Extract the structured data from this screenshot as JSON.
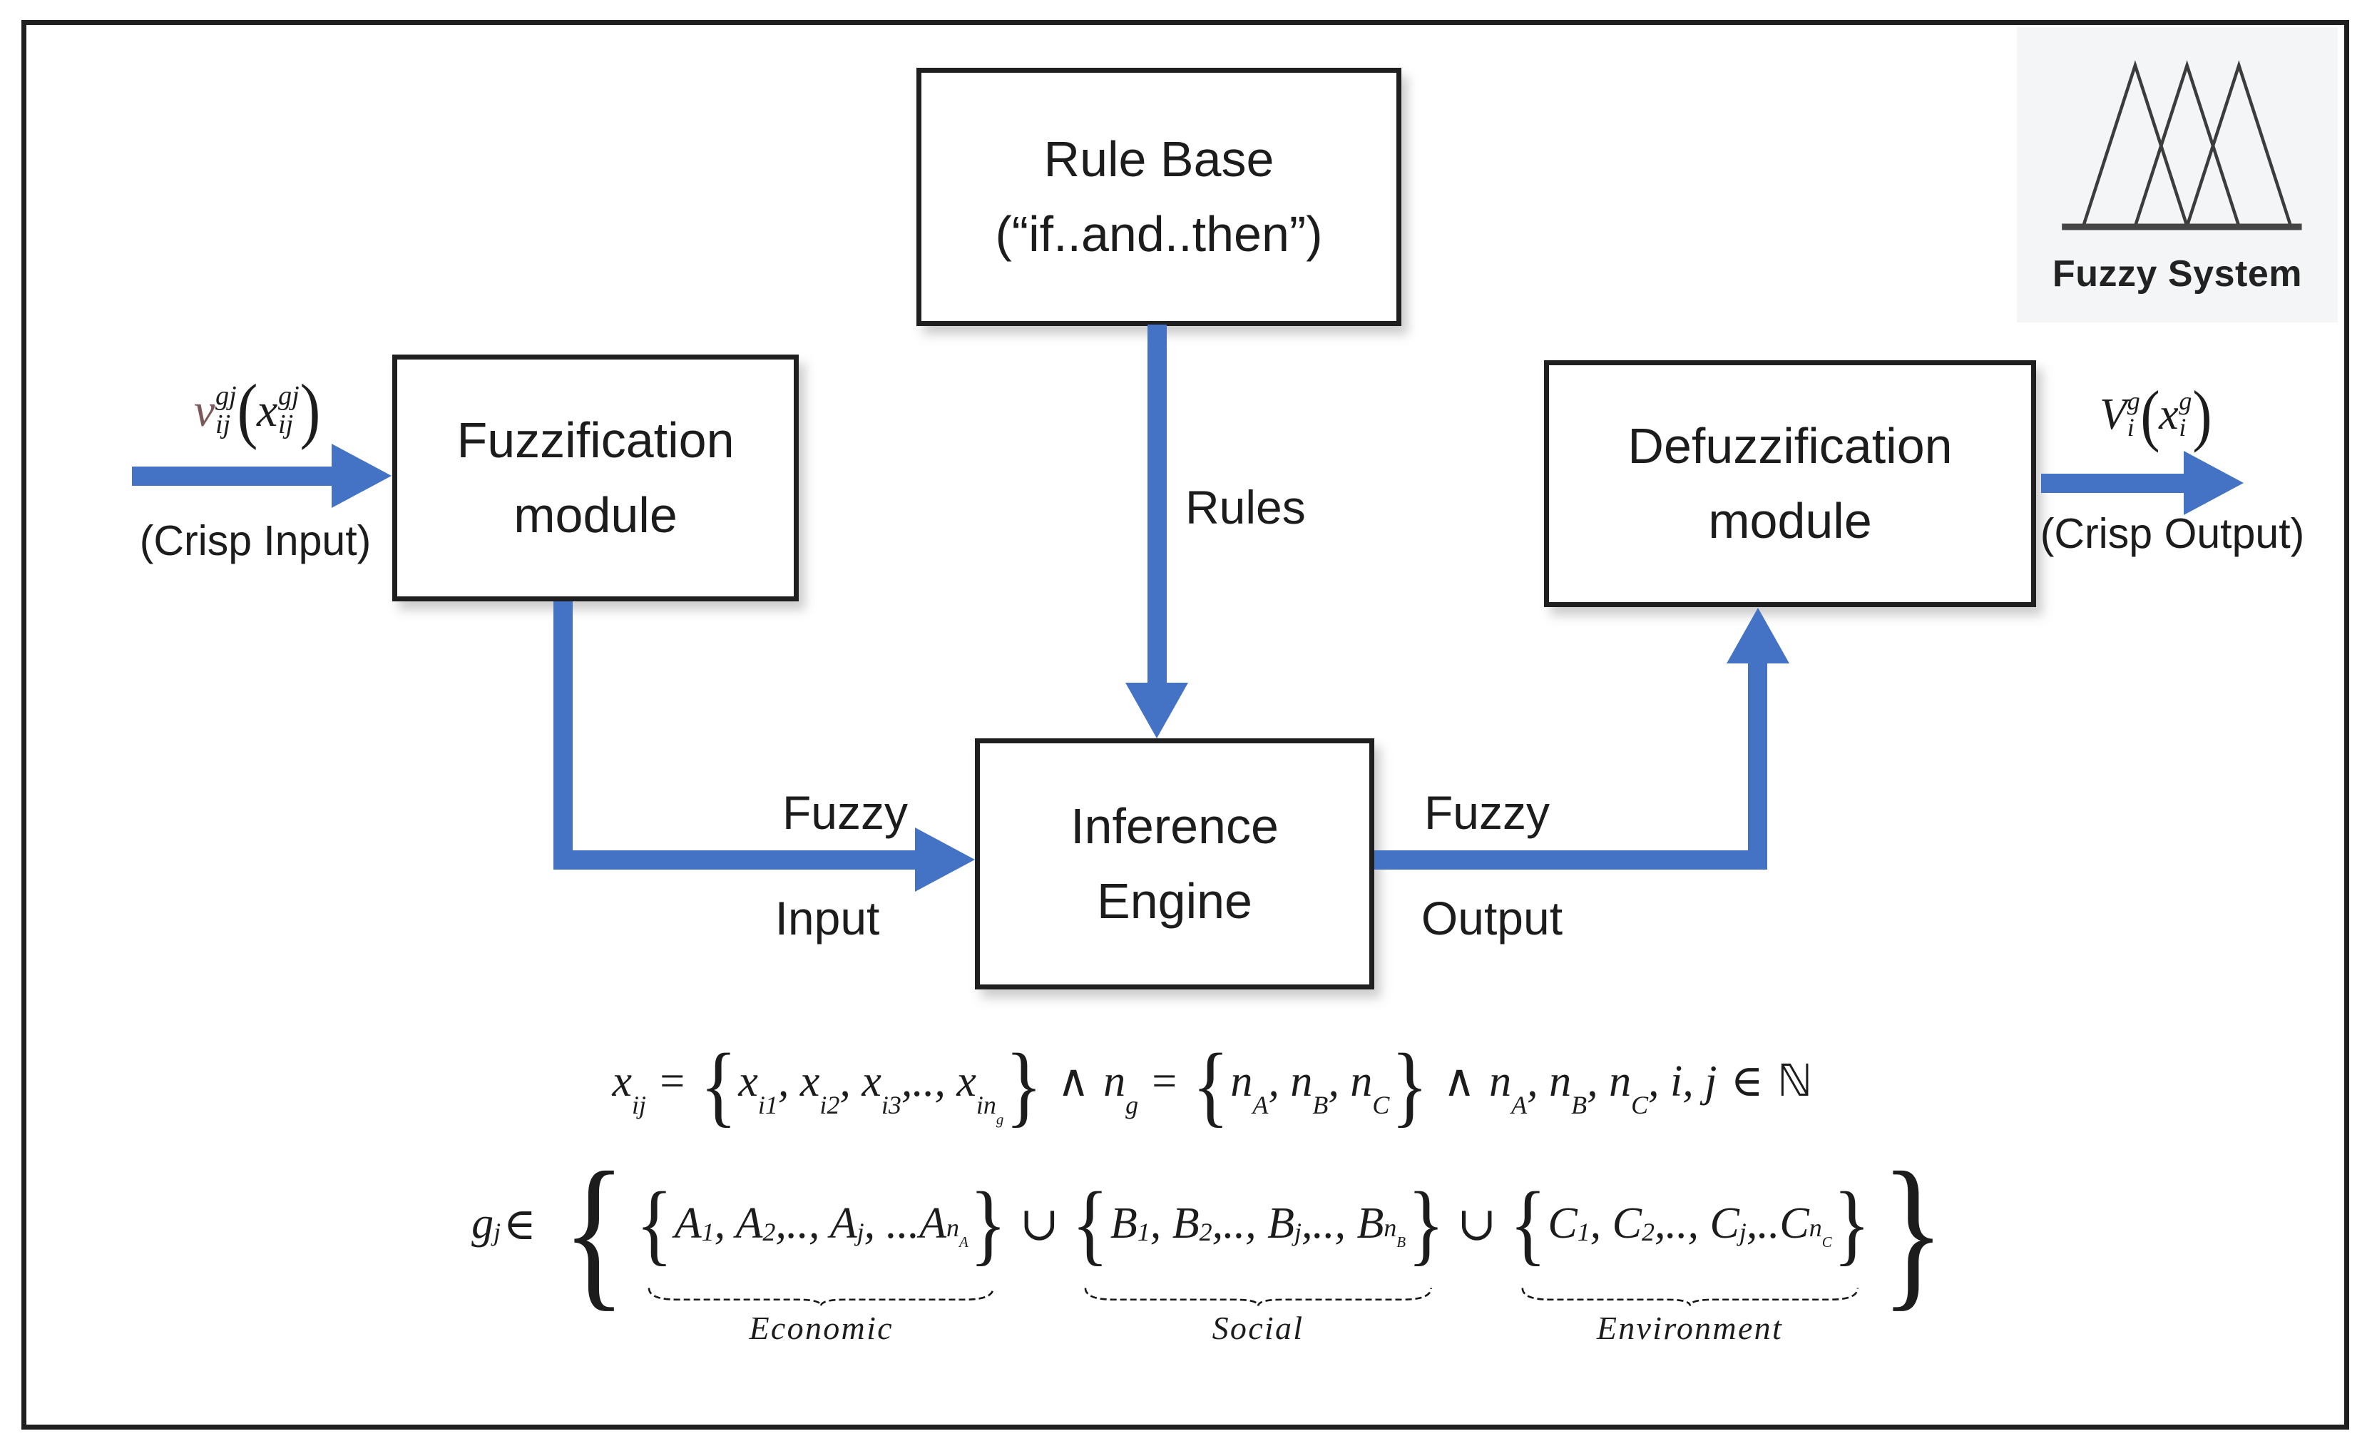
{
  "colors": {
    "arrow": "#4472c4",
    "input_v": "#7d585a",
    "border": "#1f1f1f",
    "ink": "#1c1c1c"
  },
  "boxes": {
    "rule_base": {
      "line1": "Rule Base",
      "line2": "(“if..and..then”)"
    },
    "fuzzification": {
      "line1": "Fuzzification",
      "line2": "module"
    },
    "inference": {
      "line1": "Inference",
      "line2": "Engine"
    },
    "defuzzification": {
      "line1": "Defuzzification",
      "line2": "module"
    }
  },
  "labels": {
    "rules": "Rules",
    "fuzzy_in_1": "Fuzzy",
    "fuzzy_in_2": "Input",
    "fuzzy_out_1": "Fuzzy",
    "fuzzy_out_2": "Output",
    "crisp_input": "(Crisp Input)",
    "crisp_output": "(Crisp Output)"
  },
  "io": {
    "input": {
      "base": "v",
      "sup": "gj",
      "sub": "ij",
      "open": "(",
      "arg": "x",
      "arg_sup": "gj",
      "arg_sub": "ij",
      "close": ")"
    },
    "output": {
      "base": "V",
      "sup": "g",
      "sub": "i",
      "open": "(",
      "arg": "x",
      "arg_sup": "g",
      "arg_sub": "i",
      "close": ")"
    }
  },
  "icon": {
    "caption": "Fuzzy System"
  },
  "formulas": {
    "line1": "x_{ij} = ❴x_{i1}, x_{i2}, x_{i3},.., x_{in_{g}}❵ ∧ n_{g} = ❴n_{A}, n_{B}, n_{C}❵ ∧ n_{A}, n_{B}, n_{C}, i, j ∈ ℕ",
    "line2": {
      "prefix": "g_{j} ∈",
      "outer_open": "{",
      "outer_close": "}",
      "union": "∪",
      "groups": [
        {
          "content": "❴A_{1}, A_{2},.., A_{j}, ...A_{n_{A}}❵",
          "label": "Economic"
        },
        {
          "content": "❴B_{1}, B_{2},.., B_{j},.., B_{n_{B}}❵",
          "label": "Social"
        },
        {
          "content": "❴C_{1}, C_{2},.., C_{j},..C_{n_{C}}❵",
          "label": "Environment"
        }
      ]
    }
  }
}
